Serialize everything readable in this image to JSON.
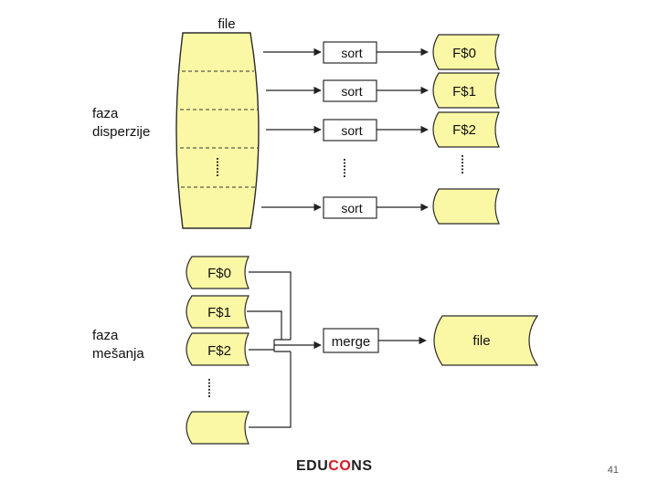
{
  "dispersion": {
    "file_label": "file",
    "phase_line1": "faza",
    "phase_line2": "disperzije",
    "sort_labels": [
      "sort",
      "sort",
      "sort",
      "sort"
    ],
    "run_labels": [
      "F$0",
      "F$1",
      "F$2",
      ""
    ]
  },
  "merging": {
    "phase_line1": "faza",
    "phase_line2": "mešanja",
    "run_labels": [
      "F$0",
      "F$1",
      "F$2",
      ""
    ],
    "merge_label": "merge",
    "output_label": "file"
  },
  "footer": {
    "logo_part1": "EDU",
    "logo_part2": "CO",
    "logo_part3": "NS",
    "page_number": "41"
  },
  "colors": {
    "file_fill": "#fbf8a5",
    "stroke": "#2b2b2b",
    "sort_box_fill": "#ffffff",
    "logo_accent": "#d71920"
  }
}
